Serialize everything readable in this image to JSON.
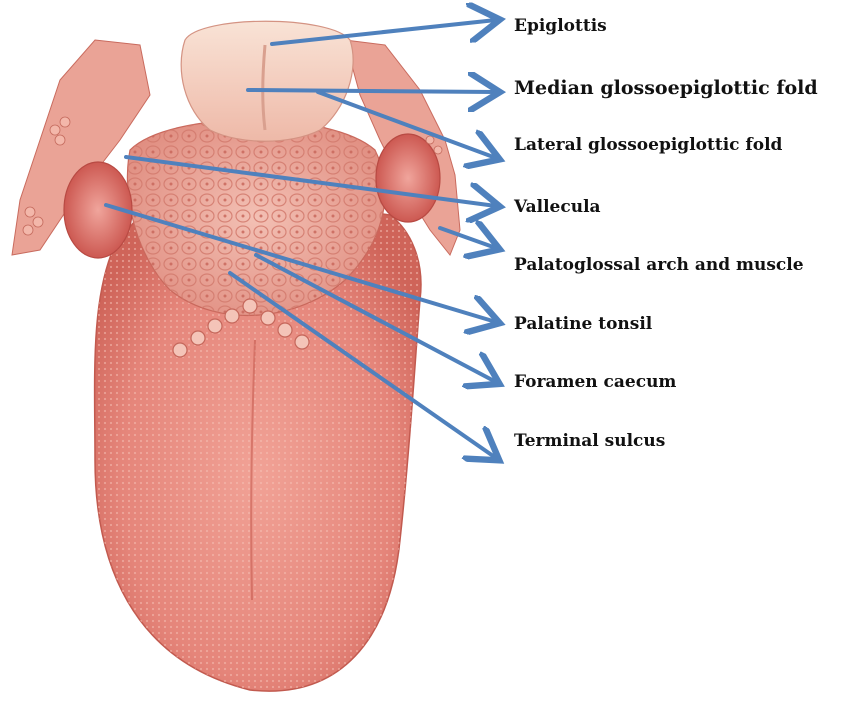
{
  "diagram": {
    "labels": [
      {
        "id": "epiglottis",
        "text": "Epiglottis"
      },
      {
        "id": "median-glossoepiglottic-fold",
        "text": "Median glossoepiglottic fold"
      },
      {
        "id": "lateral-glossoepiglottic-fold",
        "text": "Lateral glossoepiglottic fold"
      },
      {
        "id": "vallecula",
        "text": "Vallecula"
      },
      {
        "id": "palatoglossal-arch",
        "text": "Palatoglossal arch and muscle"
      },
      {
        "id": "palatine-tonsil",
        "text": "Palatine tonsil"
      },
      {
        "id": "foramen-caecum",
        "text": "Foramen caecum"
      },
      {
        "id": "terminal-sulcus",
        "text": "Terminal sulcus"
      }
    ]
  },
  "colors": {
    "arrow": "#4f81bd",
    "tongue_body": "#e8877b",
    "tongue_light": "#f2b0a5",
    "tongue_dark": "#c9594d",
    "epiglottis": "#f6d3c3",
    "tonsil": "#d9645c",
    "label_text": "#111111"
  }
}
